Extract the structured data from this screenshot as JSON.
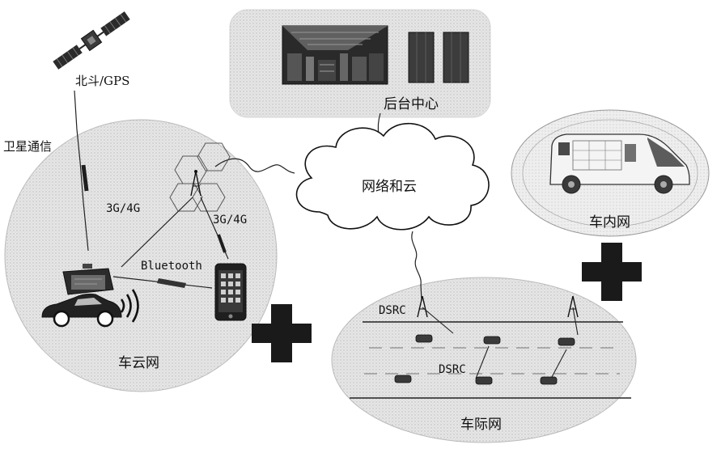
{
  "labels": {
    "beidou_gps": "北斗/GPS",
    "satellite_comm": "卫星通信",
    "backend_center": "后台中心",
    "network_cloud": "网络和云",
    "in_vehicle_network": "车内网",
    "net_3g4g_left": "3G/4G",
    "net_3g4g_right": "3G/4G",
    "bluetooth": "Bluetooth",
    "vehicle_cloud_network": "车云网",
    "dsrc_top": "DSRC",
    "dsrc_middle": "DSRC",
    "vehicle_to_vehicle_network": "车际网"
  },
  "icons": {
    "satellite": "satellite-icon",
    "server": "server-rack-icon",
    "datacenter": "datacenter-photo-icon",
    "cloud": "cloud-icon",
    "cell_tower": "cell-tower-icon",
    "car": "car-icon",
    "phone": "smartphone-icon",
    "plus": "plus-cross-icon",
    "van": "van-cutaway-icon",
    "dashboard": "in-car-display-icon"
  },
  "colors": {
    "ink": "#111111",
    "zone_fill": "#e2e2e2",
    "plus_fill": "#1a1a1a"
  }
}
